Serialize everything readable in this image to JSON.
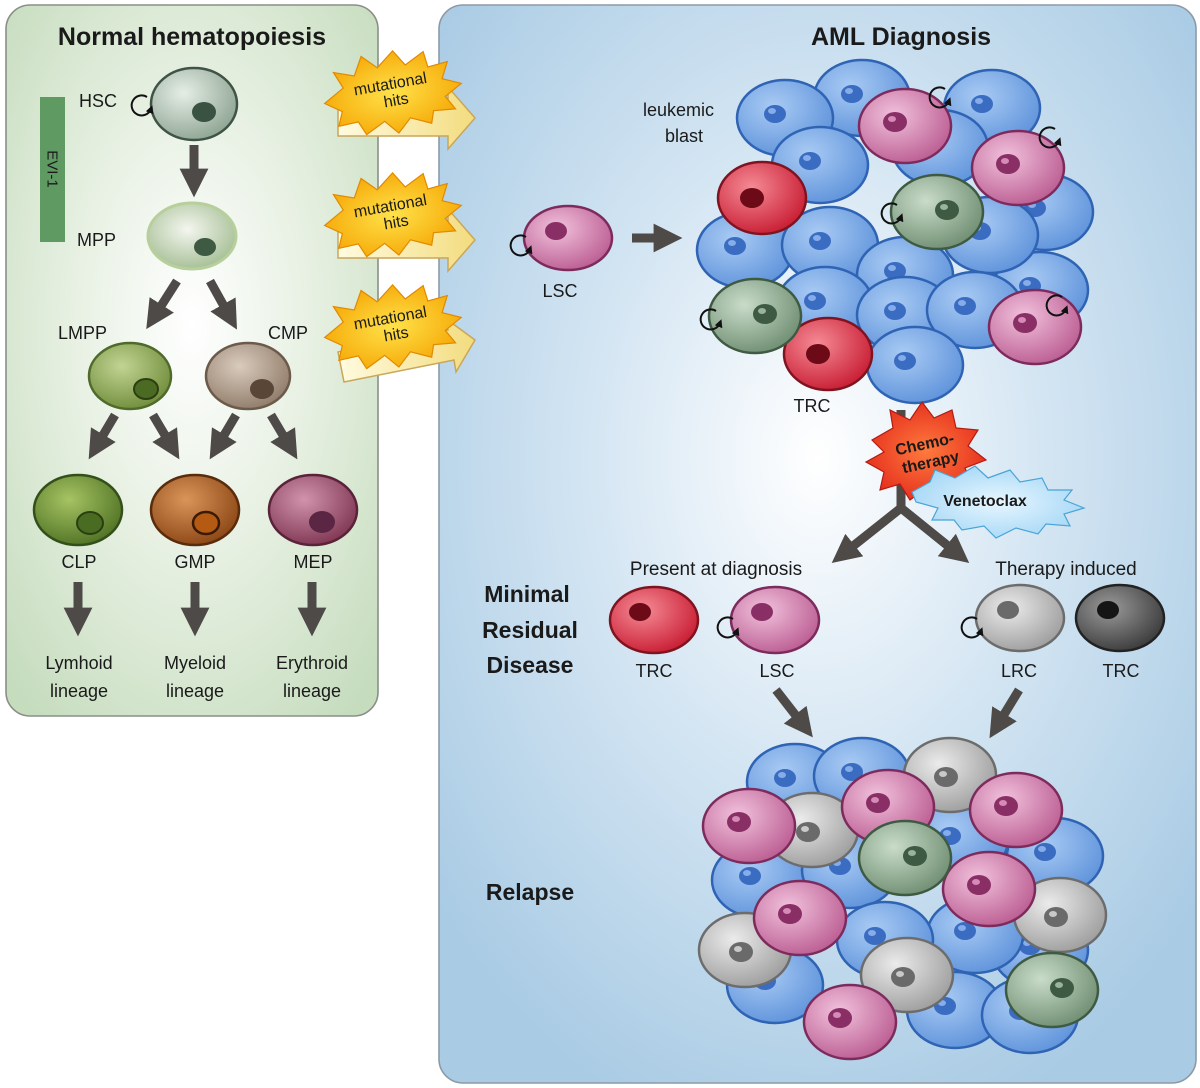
{
  "left_panel": {
    "title": "Normal hematopoiesis",
    "evi_label": "EVI-1",
    "cells": {
      "hsc": "HSC",
      "mpp": "MPP",
      "lmpp": "LMPP",
      "cmp": "CMP",
      "clp": "CLP",
      "gmp": "GMP",
      "mep": "MEP"
    },
    "lineages": {
      "lymphoid": [
        "Lymhoid",
        "lineage"
      ],
      "myeloid": [
        "Myeloid",
        "lineage"
      ],
      "erythroid": [
        "Erythroid",
        "lineage"
      ]
    }
  },
  "hits": [
    "mutational",
    "hits"
  ],
  "right_panel": {
    "title": "AML Diagnosis",
    "blast_label": [
      "leukemic",
      "blast"
    ],
    "lsc": "LSC",
    "trc_top": "TRC",
    "chemo": [
      "Chemo-",
      "therapy"
    ],
    "venetoclax": "Venetoclax",
    "present_at_diagnosis": "Present at diagnosis",
    "therapy_induced": "Therapy induced",
    "mrd": [
      "Minimal",
      "Residual",
      "Disease"
    ],
    "mrd_cells": {
      "trc_red": "TRC",
      "lsc": "LSC",
      "lrc": "LRC",
      "trc_dark": "TRC"
    },
    "relapse": "Relapse"
  },
  "colors": {
    "blast_blue": "#6a9ee0",
    "lsc_pink": "#c9699b",
    "trc_red": "#d42a3c",
    "stem_green": "#7f9d80",
    "lrc_gray": "#a8a8a8",
    "arrow": "#4e4a47"
  }
}
